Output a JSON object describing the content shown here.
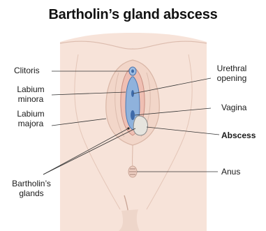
{
  "title": "Bartholin’s gland abscess",
  "labels": {
    "clitoris": "Clitoris",
    "labium_minora": [
      "Labium",
      "minora"
    ],
    "labium_majora": [
      "Labium",
      "majora"
    ],
    "bartholins_glands": [
      "Bartholin’s",
      "glands"
    ],
    "urethral_opening": [
      "Urethral",
      "opening"
    ],
    "vagina": "Vagina",
    "abscess": "Abscess",
    "anus": "Anus"
  },
  "colors": {
    "skin": "#f7e3d9",
    "skin_outline": "#d9b6a6",
    "labia_inner": "#efbfb3",
    "mucosa": "#7fa7d6",
    "gland": "#5b86c2",
    "abscess": "#e6e4de",
    "leader_line": "#333333"
  }
}
